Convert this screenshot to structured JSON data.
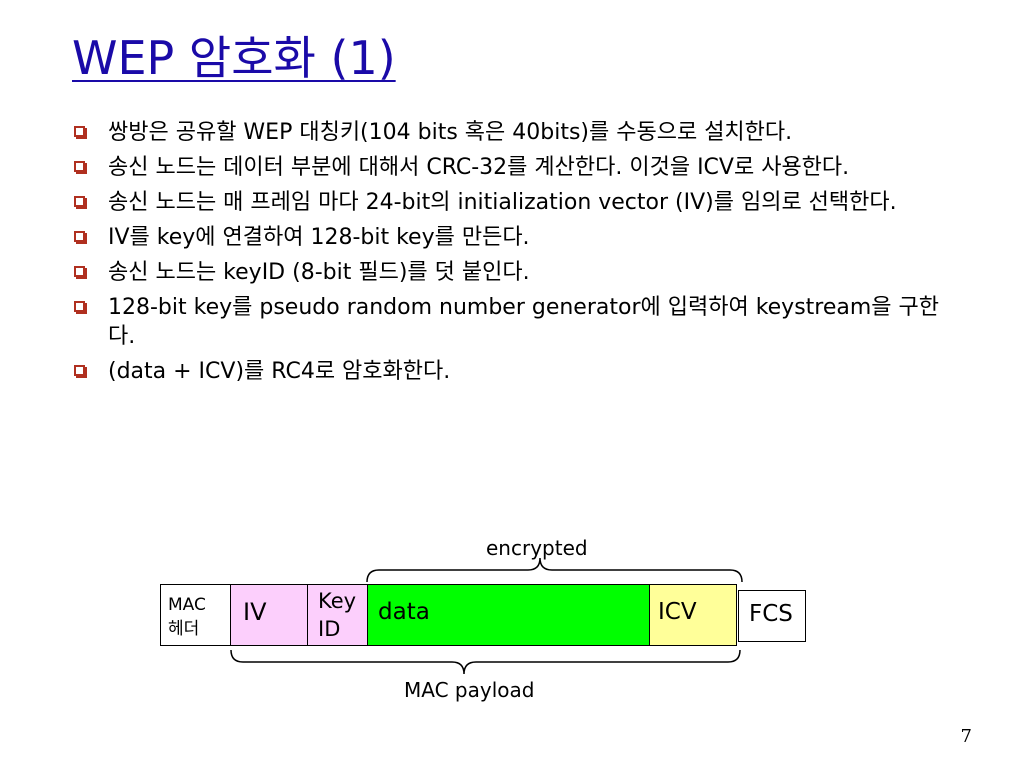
{
  "slide": {
    "title": "WEP 암호화 (1)",
    "page_number": "7"
  },
  "bullets": [
    "쌍방은 공유할 WEP 대칭키(104 bits 혹은 40bits)를 수동으로 설치한다.",
    "송신 노드는  데이터 부분에 대해서 CRC-32를 계산한다. 이것을 ICV로 사용한다.",
    "송신 노드는 매 프레임 마다 24-bit의 initialization vector (IV)를 임의로 선택한다.",
    "IV를 key에 연결하여 128-bit key를 만든다.",
    "송신 노드는 keyID (8-bit 필드)를 덧 붙인다.",
    "128-bit key를 pseudo random number generator에 입력하여 keystream을 구한다.",
    "(data  + ICV)를 RC4로 암호화한다."
  ],
  "diagram": {
    "encrypted_label": "encrypted",
    "payload_label": "MAC payload",
    "fields": {
      "mac_header": "MAC\n헤더",
      "iv": "IV",
      "key_id": "Key\nID",
      "data": "data",
      "icv": "ICV",
      "fcs": "FCS"
    },
    "colors": {
      "iv": "#fccffc",
      "key_id": "#fccffc",
      "data": "#00ff00",
      "icv": "#ffff99",
      "mac_header": "#ffffff",
      "fcs": "#ffffff"
    }
  }
}
